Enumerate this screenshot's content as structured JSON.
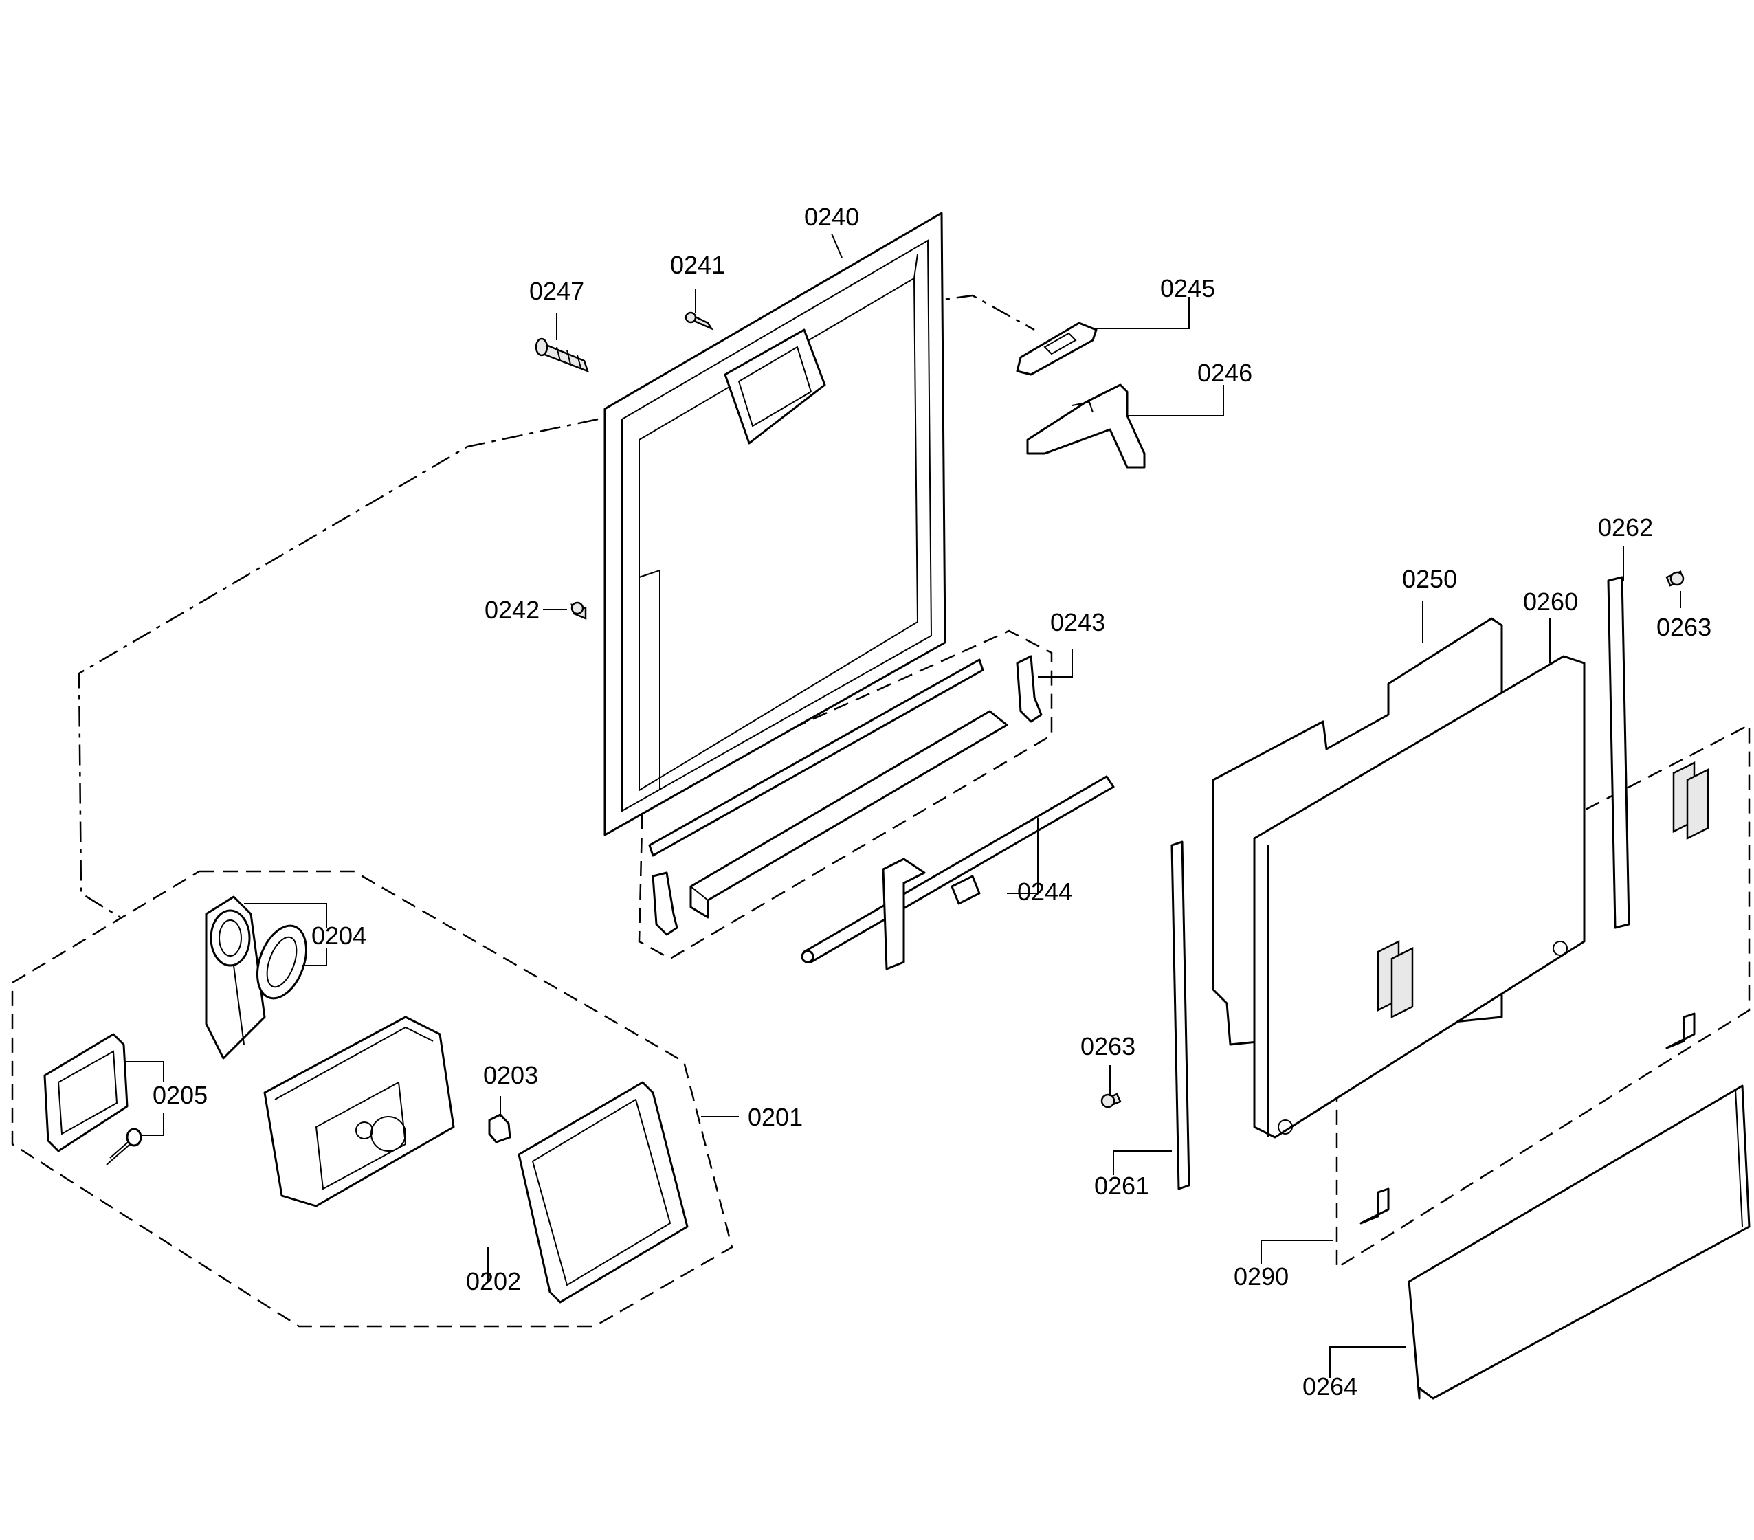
{
  "labels": {
    "p0201": "0201",
    "p0202": "0202",
    "p0203": "0203",
    "p0204": "0204",
    "p0205": "0205",
    "p0240": "0240",
    "p0241": "0241",
    "p0242": "0242",
    "p0243": "0243",
    "p0244": "0244",
    "p0245": "0245",
    "p0246": "0246",
    "p0247": "0247",
    "p0250": "0250",
    "p0260": "0260",
    "p0261": "0261",
    "p0262": "0262",
    "p0263a": "0263",
    "p0263b": "0263",
    "p0264": "0264",
    "p0290": "0290"
  }
}
